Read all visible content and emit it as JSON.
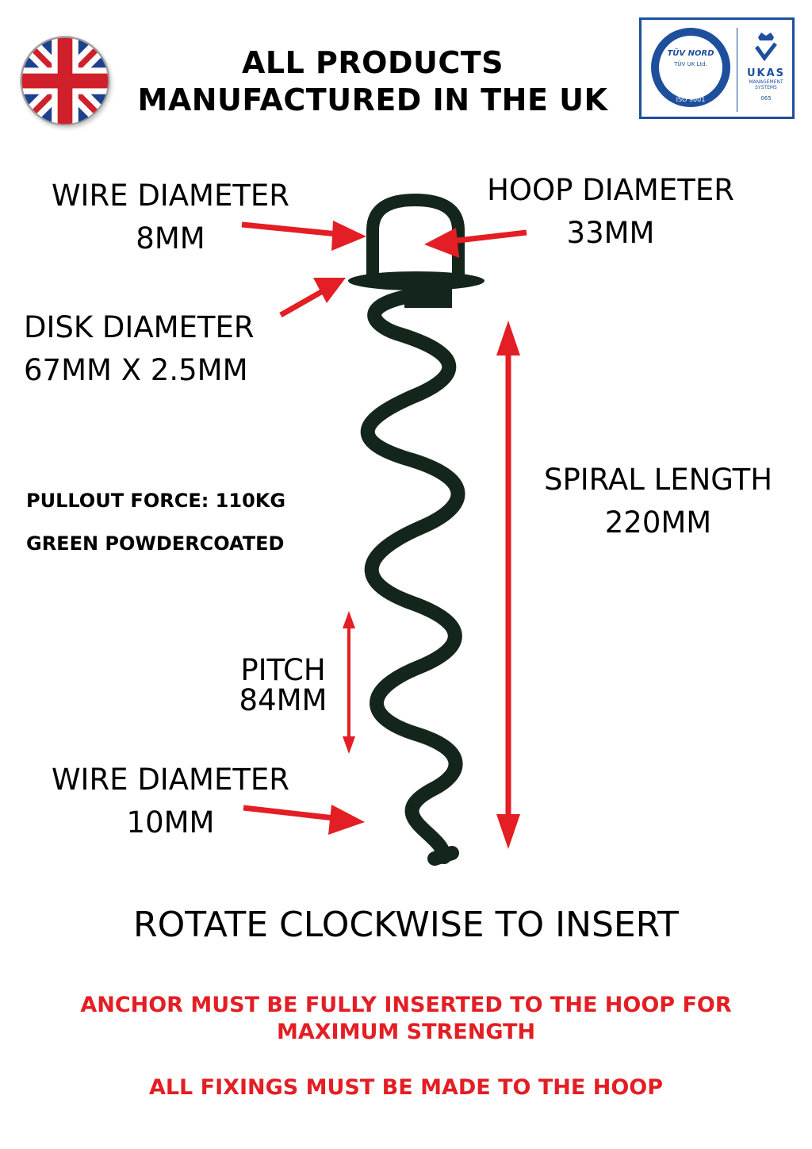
{
  "header": {
    "title_line1": "ALL PRODUCTS",
    "title_line2": "MANUFACTURED IN THE UK"
  },
  "flag": {
    "icon": "union-jack-flag-icon",
    "colors": {
      "blue": "#1f3f8f",
      "red": "#d0202c",
      "white": "#ffffff"
    }
  },
  "certification": {
    "tuv_brand": "TÜV NORD",
    "tuv_sub": "TÜV UK Ltd.",
    "tuv_standard": "ISO 9001",
    "ukas_name": "UKAS",
    "ukas_line": "MANAGEMENT SYSTEMS",
    "ukas_number": "065",
    "color": "#1d4f9c"
  },
  "labels": {
    "wire_diameter_top_title": "WIRE DIAMETER",
    "wire_diameter_top_value": "8MM",
    "hoop_diameter_title": "HOOP DIAMETER",
    "hoop_diameter_value": "33MM",
    "disk_diameter_title": "DISK DIAMETER",
    "disk_diameter_value": "67MM X 2.5MM",
    "spiral_length_title": "SPIRAL LENGTH",
    "spiral_length_value": "220MM",
    "pitch_title": "PITCH",
    "pitch_value": "84MM",
    "wire_diameter_bottom_title": "WIRE DIAMETER",
    "wire_diameter_bottom_value": "10MM"
  },
  "specs": {
    "pullout_force": "PULLOUT FORCE: 110KG",
    "coating": "GREEN POWDERCOATED"
  },
  "instruction": "ROTATE CLOCKWISE TO INSERT",
  "warnings": {
    "line1": "ANCHOR MUST BE FULLY INSERTED TO THE HOOP FOR",
    "line2": "MAXIMUM STRENGTH",
    "line3": "ALL FIXINGS MUST BE MADE TO THE HOOP"
  },
  "colors": {
    "arrow_red": "#e31e24",
    "anchor_green": "#14261c"
  }
}
